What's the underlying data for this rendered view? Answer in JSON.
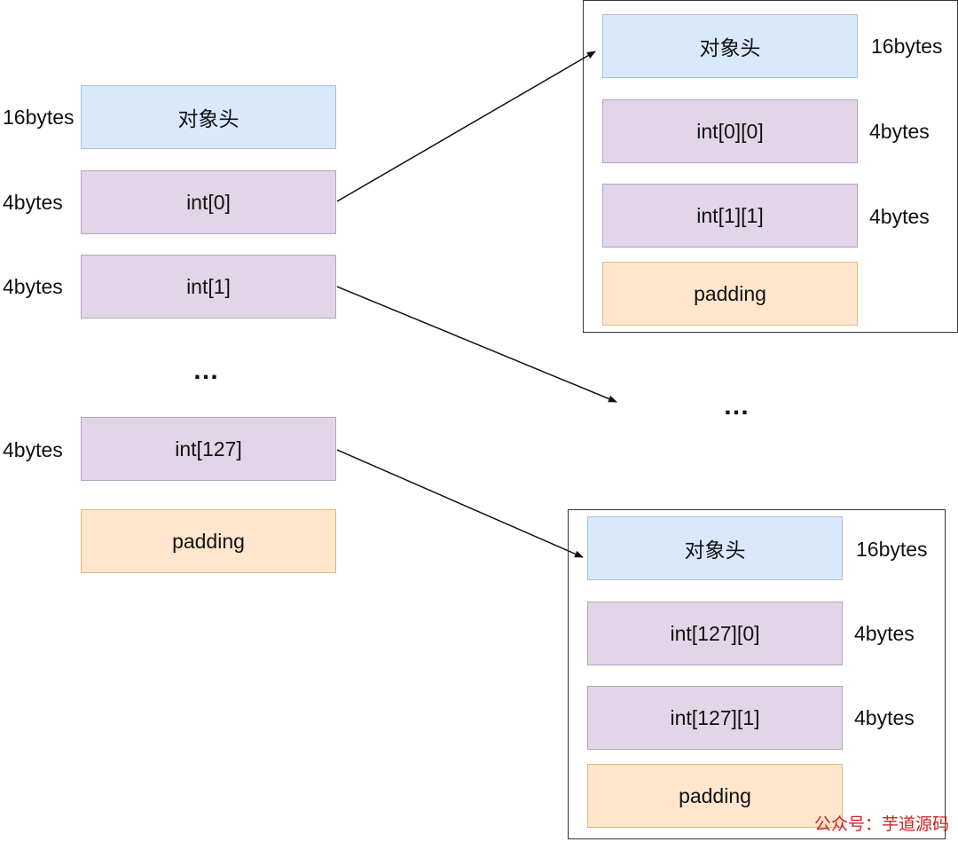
{
  "left_array": {
    "header_label": "对象头",
    "header_size": "16bytes",
    "rows": [
      {
        "label": "int[0]",
        "size": "4bytes"
      },
      {
        "label": "int[1]",
        "size": "4bytes"
      },
      {
        "label": "int[127]",
        "size": "4bytes"
      }
    ],
    "ellipsis": "…",
    "padding_label": "padding"
  },
  "top_right_array": {
    "header_label": "对象头",
    "header_size": "16bytes",
    "rows": [
      {
        "label": "int[0][0]",
        "size": "4bytes"
      },
      {
        "label": "int[1][1]",
        "size": "4bytes"
      }
    ],
    "padding_label": "padding"
  },
  "middle_ellipsis": "…",
  "bottom_right_array": {
    "header_label": "对象头",
    "header_size": "16bytes",
    "rows": [
      {
        "label": "int[127][0]",
        "size": "4bytes"
      },
      {
        "label": "int[127][1]",
        "size": "4bytes"
      }
    ],
    "padding_label": "padding"
  },
  "watermark": "公众号：芋道源码",
  "colors": {
    "header_fill": "#dae8fc",
    "int_fill": "#e1d5e7",
    "padding_fill": "#ffe6cc",
    "frame_stroke": "#333333"
  }
}
